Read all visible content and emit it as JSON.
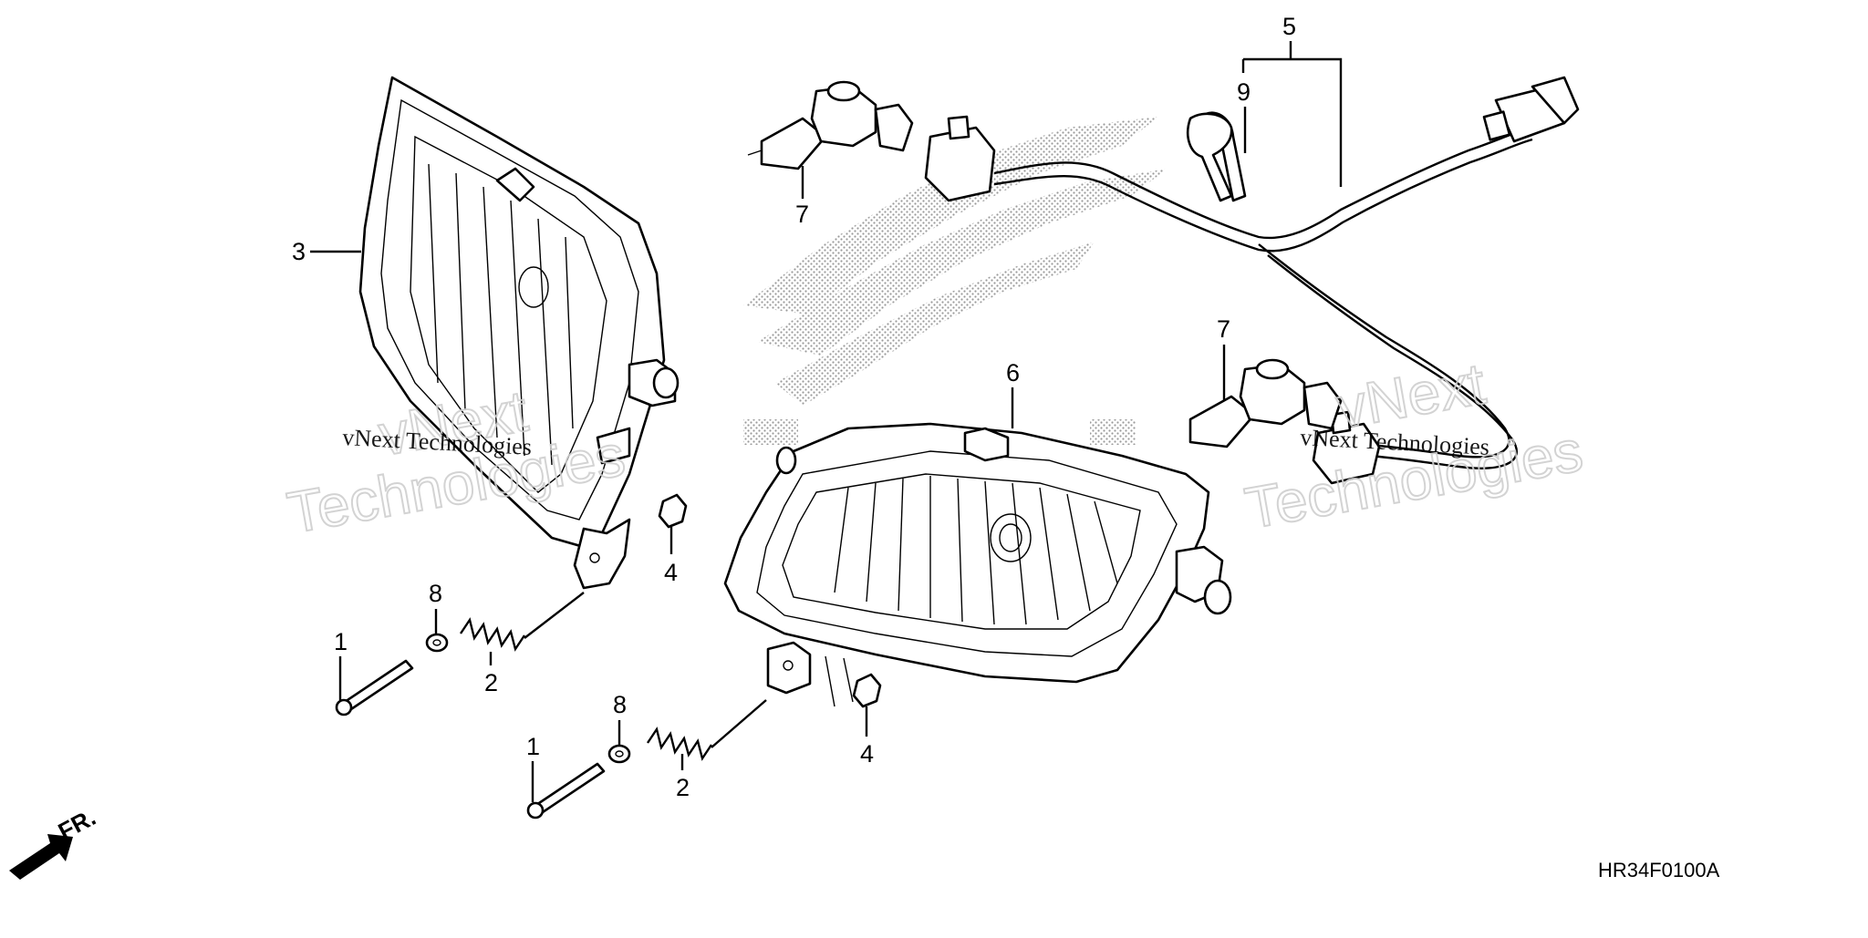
{
  "callouts": {
    "c1a": "1",
    "c1b": "1",
    "c2a": "2",
    "c2b": "2",
    "c3": "3",
    "c4a": "4",
    "c4b": "4",
    "c5": "5",
    "c6": "6",
    "c7a": "7",
    "c7b": "7",
    "c8a": "8",
    "c8b": "8",
    "c9": "9"
  },
  "front_marker": "FR.",
  "ref_code": "HR34F0100A",
  "watermark": {
    "line1": "vNext",
    "line2": "Technologies",
    "small": "vNext Technologies"
  },
  "colors": {
    "ink": "#000000",
    "watermark": "#cfcfcf",
    "halftone": "#9a9a9a",
    "background": "#ffffff"
  }
}
